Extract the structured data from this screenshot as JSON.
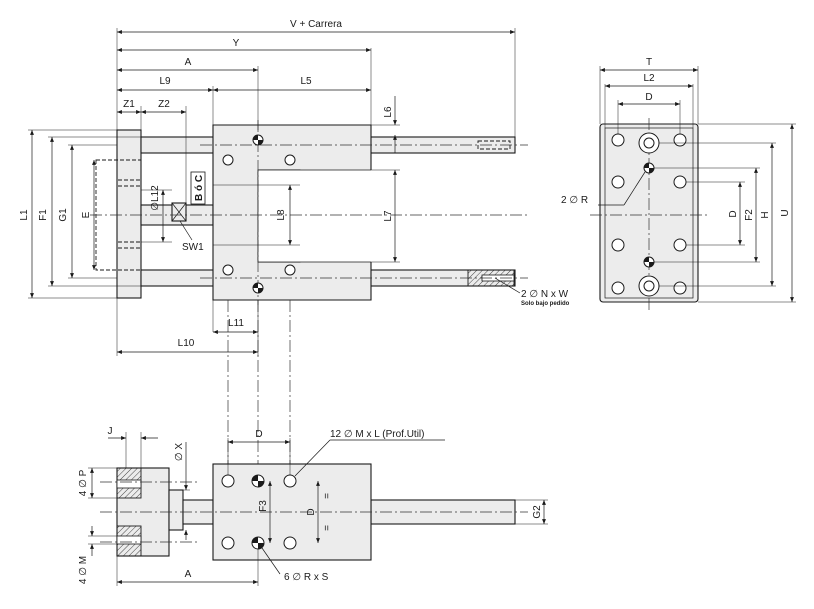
{
  "dimensions": {
    "v_carrera": "V + Carrera",
    "y": "Y",
    "a": "A",
    "l9": "L9",
    "l5": "L5",
    "z1": "Z1",
    "z2": "Z2",
    "l6": "L6",
    "l1": "L1",
    "f1": "F1",
    "g1": "G1",
    "e": "E",
    "l12": "∅L12",
    "b_o_c": "B ó C",
    "l8": "L8",
    "l7": "L7",
    "sw1": "SW1",
    "l11": "L11",
    "l10": "L10",
    "t": "T",
    "l2": "L2",
    "d": "D",
    "f2": "F2",
    "h": "H",
    "u": "U",
    "two_r": "2 ∅ R",
    "two_nw": "2 ∅ N x W",
    "solo_bajo_pedido": "Solo bajo pedido",
    "j": "J",
    "x": "∅ X",
    "four_p": "4 ∅ P",
    "four_m": "4 ∅ M",
    "twelve_m": "12 ∅ M x L (Prof.Util)",
    "f3": "F3",
    "equal": "=",
    "g2": "G2",
    "six_r": "6 ∅ R x S"
  },
  "colors": {
    "line": "#1a1a1a",
    "body_fill": "#ececec",
    "hatch_fill": "#d4d4d4",
    "background": "#ffffff"
  }
}
